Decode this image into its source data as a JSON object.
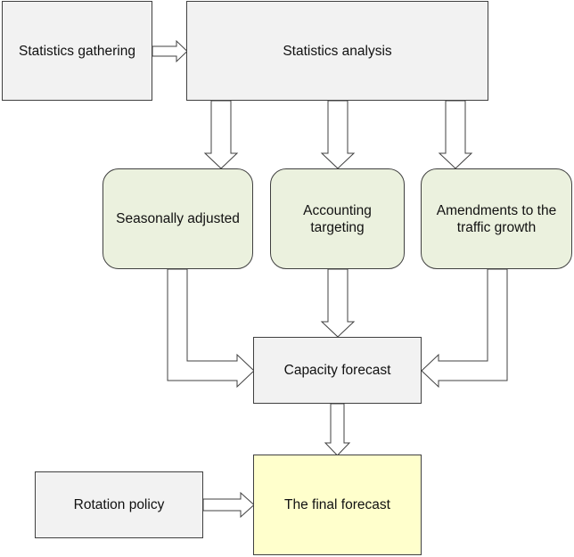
{
  "nodes": {
    "statistics_gathering": "Statistics gathering",
    "statistics_analysis": "Statistics analysis",
    "seasonally_adjusted": "Seasonally adjusted",
    "accounting_targeting": "Accounting targeting",
    "amendments_traffic_growth": "Amendments to the traffic growth",
    "capacity_forecast": "Capacity forecast",
    "rotation_policy": "Rotation policy",
    "final_forecast": "The final forecast"
  },
  "colors": {
    "gray_fill": "#f2f2f2",
    "green_fill": "#ebf1de",
    "yellow_fill": "#ffffcc",
    "stroke": "#404040"
  }
}
